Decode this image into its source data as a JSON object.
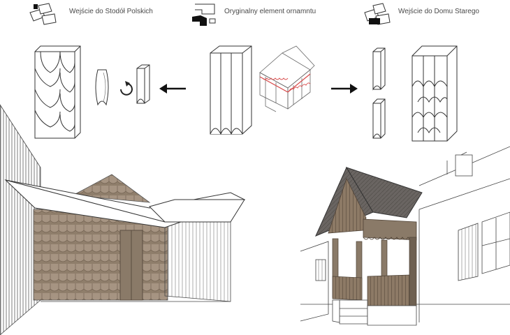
{
  "captions": {
    "left": "Wejście do Stodół Polskich",
    "center": "Oryginalny element ornamntu",
    "right": "Wejście do Domu Starego"
  },
  "icons": {
    "left": "stacked-planks-icon",
    "center": "building-plan-icon",
    "right": "stacked-planks-icon"
  },
  "arrows": {
    "left": "arrow-left-icon",
    "right": "arrow-right-icon",
    "rotate": "rotate-icon"
  },
  "colors": {
    "line": "#333333",
    "wood": "#8b7a68",
    "wood_dark": "#6e5f50",
    "roof": "#5f5b58",
    "highlight_red": "#d84a4a"
  }
}
